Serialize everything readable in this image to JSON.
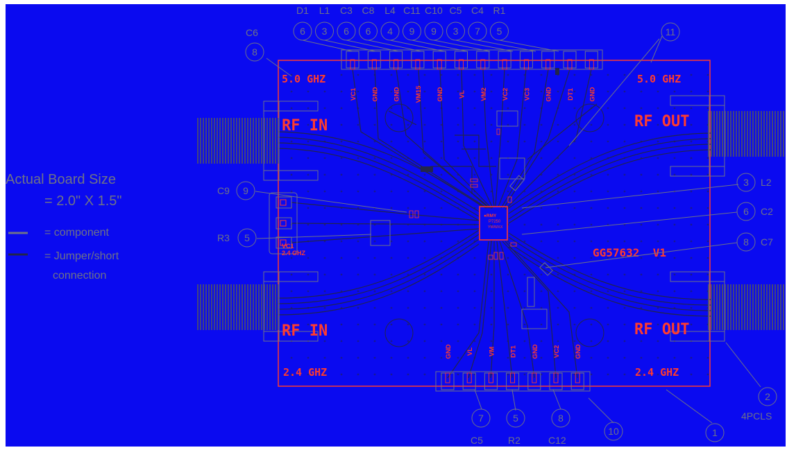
{
  "colors": {
    "board": "#0a0af0",
    "silkscreen": "#ff3b2f",
    "component_outline": "#6f7387",
    "trace": "#23254a"
  },
  "legend": {
    "size_line1": "Actual Board Size",
    "size_line2": "= 2.0\" X 1.5\"",
    "component_label": "= component",
    "jumper_label_line1": "= Jumper/short",
    "jumper_label_line2": "connection"
  },
  "board": {
    "corner_top_left": "5.0 GHZ",
    "corner_top_right": "5.0 GHZ",
    "corner_bottom_left": "2.4 GHZ",
    "corner_bottom_right": "2.4 GHZ",
    "rf_in_top": "RF IN",
    "rf_in_bottom": "RF IN",
    "rf_out_top": "RF OUT",
    "rf_out_bottom": "RF OUT",
    "part_id": "GG57632  V1",
    "vc1_small": "VC1",
    "ghz_small": "2.4 GHZ",
    "chip_brand": "●RMY",
    "chip_part": "P7250",
    "chip_code": "YWWXX"
  },
  "top_pin_labels": [
    "VC1",
    "GND",
    "GND",
    "VM15",
    "GND",
    "VL",
    "VM2",
    "VC2",
    "VC3",
    "GND",
    "DT1",
    "GND"
  ],
  "bottom_pin_labels": [
    "GND",
    "VL",
    "VM",
    "DT1",
    "GND",
    "VC2",
    "GND"
  ],
  "top_refs": [
    {
      "ref": "D1",
      "num": "6"
    },
    {
      "ref": "L1",
      "num": "3"
    },
    {
      "ref": "C3",
      "num": "6"
    },
    {
      "ref": "C8",
      "num": "6"
    },
    {
      "ref": "L4",
      "num": "4"
    },
    {
      "ref": "C11",
      "num": "9"
    },
    {
      "ref": "C10",
      "num": "9"
    },
    {
      "ref": "C5",
      "num": "3"
    },
    {
      "ref": "C4",
      "num": "7"
    },
    {
      "ref": "R1",
      "num": "5"
    }
  ],
  "callouts": {
    "c6_ref": "C6",
    "c6_num": "8",
    "eleven": "11",
    "c9_ref": "C9",
    "c9_num": "9",
    "r3_ref": "R3",
    "r3_num": "5",
    "l2_ref": "L2",
    "l2_num": "3",
    "c2_ref": "C2",
    "c2_num": "6",
    "c7_ref": "C7",
    "c7_num": "8",
    "jack_num": "2",
    "jack_ref": "4PCLS",
    "bottom_seven": "7",
    "bottom_c5": "C5",
    "bottom_five": "5",
    "bottom_r2": "R2",
    "bottom_eight": "8",
    "bottom_c12": "C12",
    "ten": "10",
    "one": "1"
  }
}
